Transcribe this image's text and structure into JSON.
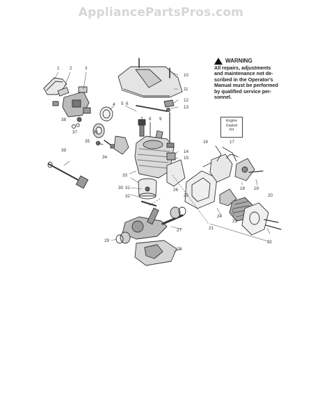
{
  "watermark": "AppliancePartsPros.com",
  "warning": {
    "title": "WARNING",
    "lines": [
      "All repairs, adjustments",
      "and maintenance not de-",
      "scribed in the Operator's",
      "Manual must be performed",
      "by qualified service per-",
      "sonnel."
    ]
  },
  "kit_box": {
    "lines": [
      "Engine",
      "Gasket",
      "Kit"
    ]
  },
  "part_numbers": [
    "1",
    "2",
    "3",
    "4",
    "5",
    "6",
    "7",
    "8",
    "9",
    "10",
    "11",
    "12",
    "13",
    "14",
    "15",
    "16",
    "17",
    "18",
    "19",
    "20",
    "21",
    "22",
    "23",
    "24",
    "25",
    "26",
    "27",
    "28",
    "29",
    "30",
    "31",
    "32",
    "33",
    "34",
    "35",
    "36",
    "37",
    "38",
    "39"
  ]
}
